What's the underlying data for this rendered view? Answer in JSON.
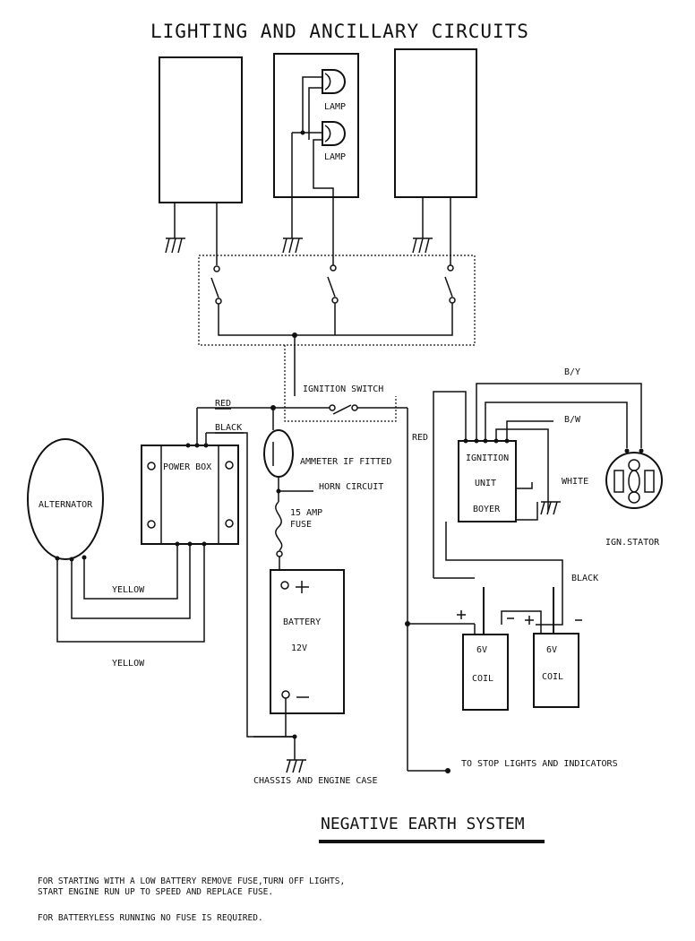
{
  "title": "LIGHTING AND ANCILLARY CIRCUITS",
  "system_title": "NEGATIVE EARTH SYSTEM",
  "lamps": [
    "LAMP",
    "LAMP"
  ],
  "components": {
    "ignition_switch": "IGNITION SWITCH",
    "power_box": "POWER BOX",
    "alternator": "ALTERNATOR",
    "ammeter": "AMMETER IF FITTED",
    "horn": "HORN CIRCUIT",
    "fuse_line1": "15 AMP",
    "fuse_line2": "FUSE",
    "battery": "BATTERY",
    "battery_voltage": "12V",
    "chassis": "CHASSIS AND ENGINE CASE",
    "ignition_unit": [
      "IGNITION",
      "UNIT",
      "BOYER"
    ],
    "stator": "IGN.STATOR",
    "coil_voltage": "6V",
    "coil": "COIL",
    "stop_lights": "TO STOP LIGHTS AND INDICATORS"
  },
  "wires": {
    "red_top": "RED",
    "black_top": "BLACK",
    "red_side": "RED",
    "by": "B/Y",
    "bw": "B/W",
    "white": "WHITE",
    "black_right": "BLACK",
    "yellow1": "YELLOW",
    "yellow2": "YELLOW"
  },
  "notes": [
    "FOR STARTING WITH A LOW BATTERY REMOVE FUSE,TURN OFF LIGHTS,",
    "START ENGINE RUN UP TO SPEED AND REPLACE FUSE.",
    "FOR BATTERYLESS RUNNING NO FUSE IS REQUIRED."
  ]
}
